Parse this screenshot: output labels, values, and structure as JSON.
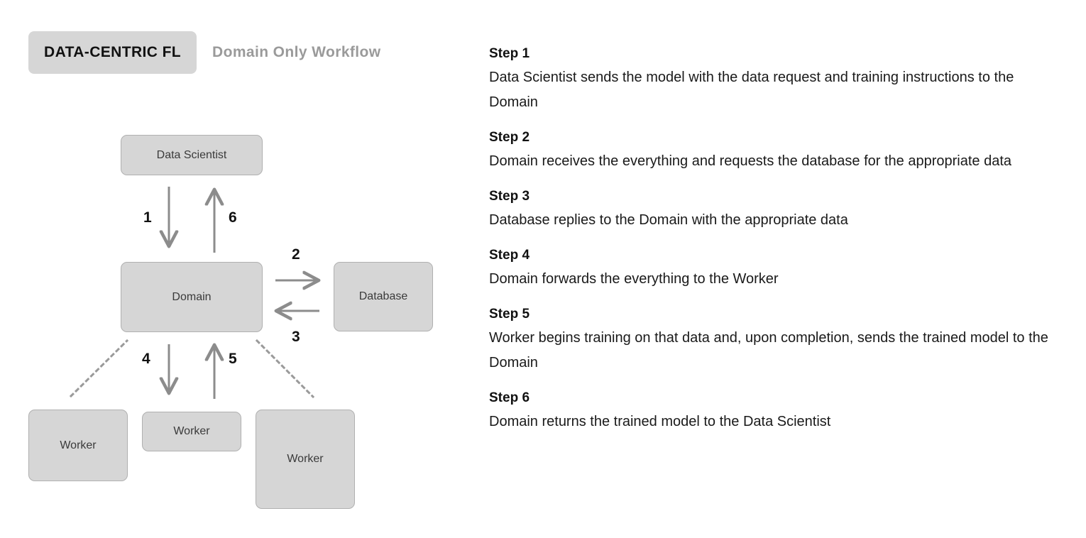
{
  "tabs": [
    {
      "label": "DATA-CENTRIC FL",
      "active": true
    },
    {
      "label": "Domain Only Workflow",
      "active": false
    }
  ],
  "colors": {
    "node_fill": "#d6d6d6",
    "node_border": "#b0b0b0",
    "arrow": "#8c8c8c",
    "dotted": "#9a9a9a",
    "tab_active_bg": "#d6d6d6",
    "tab_inactive_text": "#9a9a9a",
    "text": "#111111"
  },
  "diagram": {
    "nodes": {
      "data_scientist": "Data Scientist",
      "domain": "Domain",
      "database": "Database",
      "worker_left": "Worker",
      "worker_mid": "Worker",
      "worker_right": "Worker"
    },
    "edge_labels": {
      "one": "1",
      "two": "2",
      "three": "3",
      "four": "4",
      "five": "5",
      "six": "6"
    },
    "edges": [
      {
        "label": "1",
        "from": "data_scientist",
        "to": "domain",
        "direction": "down",
        "style": "solid"
      },
      {
        "label": "6",
        "from": "domain",
        "to": "data_scientist",
        "direction": "up",
        "style": "solid"
      },
      {
        "label": "2",
        "from": "domain",
        "to": "database",
        "direction": "right",
        "style": "solid"
      },
      {
        "label": "3",
        "from": "database",
        "to": "domain",
        "direction": "left",
        "style": "solid"
      },
      {
        "label": "4",
        "from": "domain",
        "to": "worker_mid",
        "direction": "down",
        "style": "solid"
      },
      {
        "label": "5",
        "from": "worker_mid",
        "to": "domain",
        "direction": "up",
        "style": "solid"
      },
      {
        "label": "",
        "from": "domain",
        "to": "worker_left",
        "direction": "none",
        "style": "dotted"
      },
      {
        "label": "",
        "from": "domain",
        "to": "worker_right",
        "direction": "none",
        "style": "dotted"
      }
    ]
  },
  "steps": [
    {
      "title": "Step 1",
      "desc": "Data Scientist sends the model with the data request and training instructions to the Domain"
    },
    {
      "title": "Step 2",
      "desc": "Domain receives the everything and requests the database for the appropriate data"
    },
    {
      "title": "Step 3",
      "desc": "Database replies to the Domain with the appropriate data"
    },
    {
      "title": "Step 4",
      "desc": "Domain forwards the everything to the Worker"
    },
    {
      "title": "Step 5",
      "desc": "Worker begins training on that data and, upon completion, sends the trained model to the Domain"
    },
    {
      "title": "Step 6",
      "desc": "Domain returns the trained model to the Data Scientist"
    }
  ]
}
